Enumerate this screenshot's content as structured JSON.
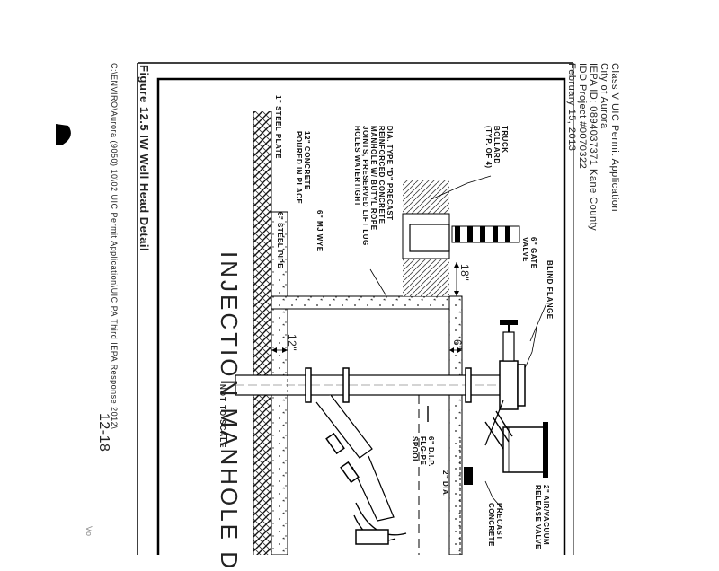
{
  "header": {
    "lines": [
      "Class V UIC Permit Application",
      "City of Aurora",
      "IEPA ID: 0894037371 Kane County",
      "IDD Project #0070322",
      "February 15, 2013"
    ]
  },
  "figure": {
    "caption": "Figure 12.5   IW Well Head Detail",
    "title": "INJECTION MANHOLE D",
    "scale_note": "NOT TO SCALE"
  },
  "footer": {
    "path": "C:\\ENVIRO\\Aurora (9050) 10\\02  UIC Permit Application\\UIC PA Third IEPA Response  2012\\",
    "page_number": "12-18",
    "side_mark": "Vo"
  },
  "callouts": {
    "bollard": "TRUCK BOLLARD (TYP. OF 4)",
    "manhole": "DIA. TYPE \"D\" PRECAST REINFORCED CONCRETE MANHOLE W/ BUTYL ROPE JOINTS, PRESERVED LIFT LUG HOLES WATERTIGHT",
    "steel_plate": "1\" STEEL PLATE",
    "concrete": "12\" CONCRETE POURED IN PLACE",
    "mj_wye": "6\" MJ WYE",
    "steel_pipe": "6\" STEEL PIPE",
    "gate_valve": "6\" GATE VALVE",
    "blind_flange": "BLIND FLANGE",
    "air_valve": "2\" AIR/VACUUM RELEASE VALVE",
    "dip_spool": "6\" D.I.P. FLG-PE SPOOL",
    "dia_2": "2\" DIA.",
    "precast": "PRECAST CONCRETE"
  },
  "dimensions": {
    "d18": "18\"",
    "d12": "12\"",
    "d6": "6\""
  }
}
